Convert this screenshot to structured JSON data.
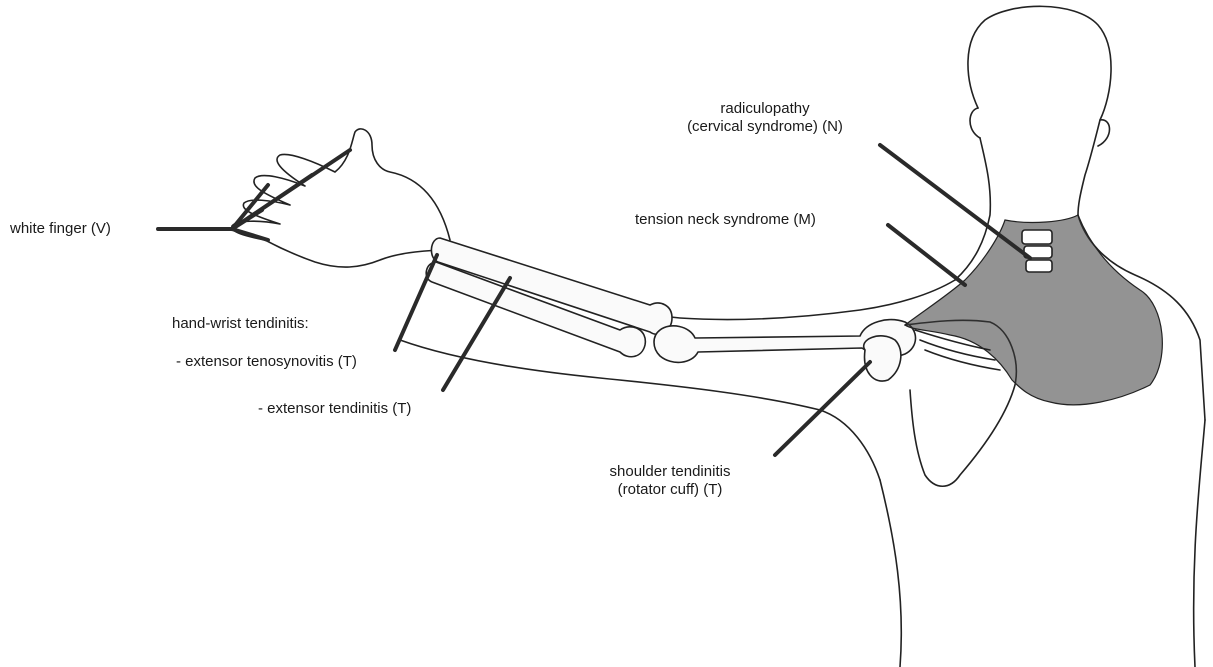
{
  "labels": {
    "radiculopathy_line1": "radiculopathy",
    "radiculopathy_line2": "(cervical syndrome) (N)",
    "tension_neck": "tension neck syndrome (M)",
    "white_finger": "white finger (V)",
    "hand_wrist": "hand-wrist tendinitis:",
    "extensor_tenosynovitis": "- extensor tenosynovitis (T)",
    "extensor_tendinitis": "- extensor tendinitis (T)",
    "shoulder_line1": "shoulder tendinitis",
    "shoulder_line2": "(rotator cuff) (T)"
  },
  "colors": {
    "ink": "#222222",
    "shading": "#333333",
    "background": "#ffffff"
  }
}
